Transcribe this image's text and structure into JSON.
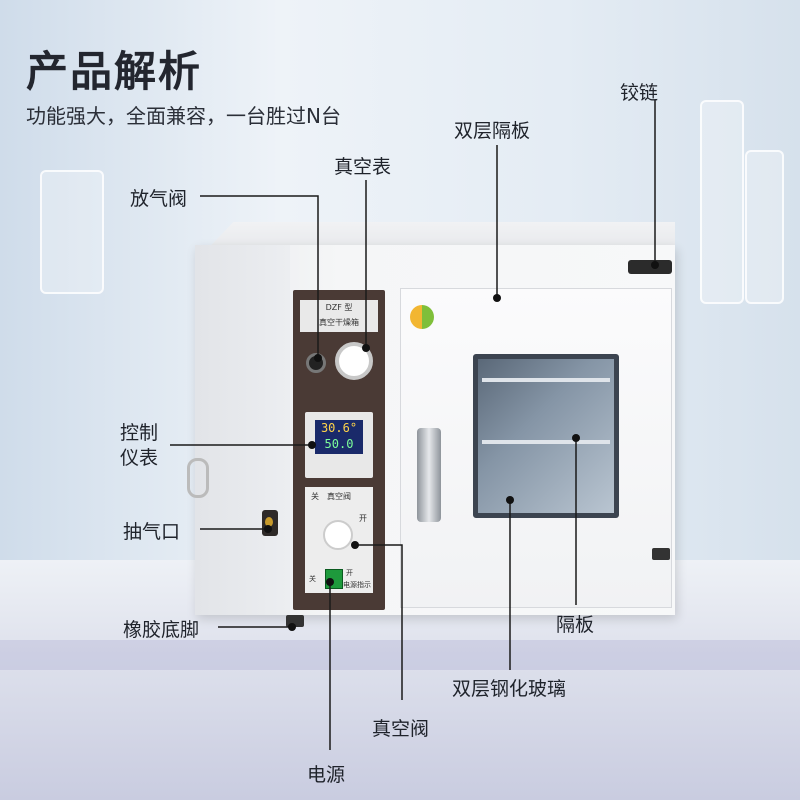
{
  "header": {
    "title": "产品解析",
    "subtitle": "功能强大，全面兼容，一台胜过N台"
  },
  "device": {
    "model_line1": "DZF 型",
    "model_line2": "真空干燥箱",
    "display_top": "30.6°",
    "display_bottom": "50.0",
    "vac_switch_left": "关",
    "vac_switch_title": "真空阀",
    "vac_switch_right": "开",
    "power_left": "关",
    "power_right": "开",
    "power_caption": "电源指示"
  },
  "callouts": {
    "hinge": "铰链",
    "double_shelf": "双层隔板",
    "vacuum_gauge": "真空表",
    "vent_valve": "放气阀",
    "controller_1": "控制",
    "controller_2": "仪表",
    "pump_port": "抽气口",
    "rubber_feet": "橡胶底脚",
    "shelf": "隔板",
    "tempered_glass": "双层钢化玻璃",
    "vacuum_valve": "真空阀",
    "power": "电源"
  }
}
